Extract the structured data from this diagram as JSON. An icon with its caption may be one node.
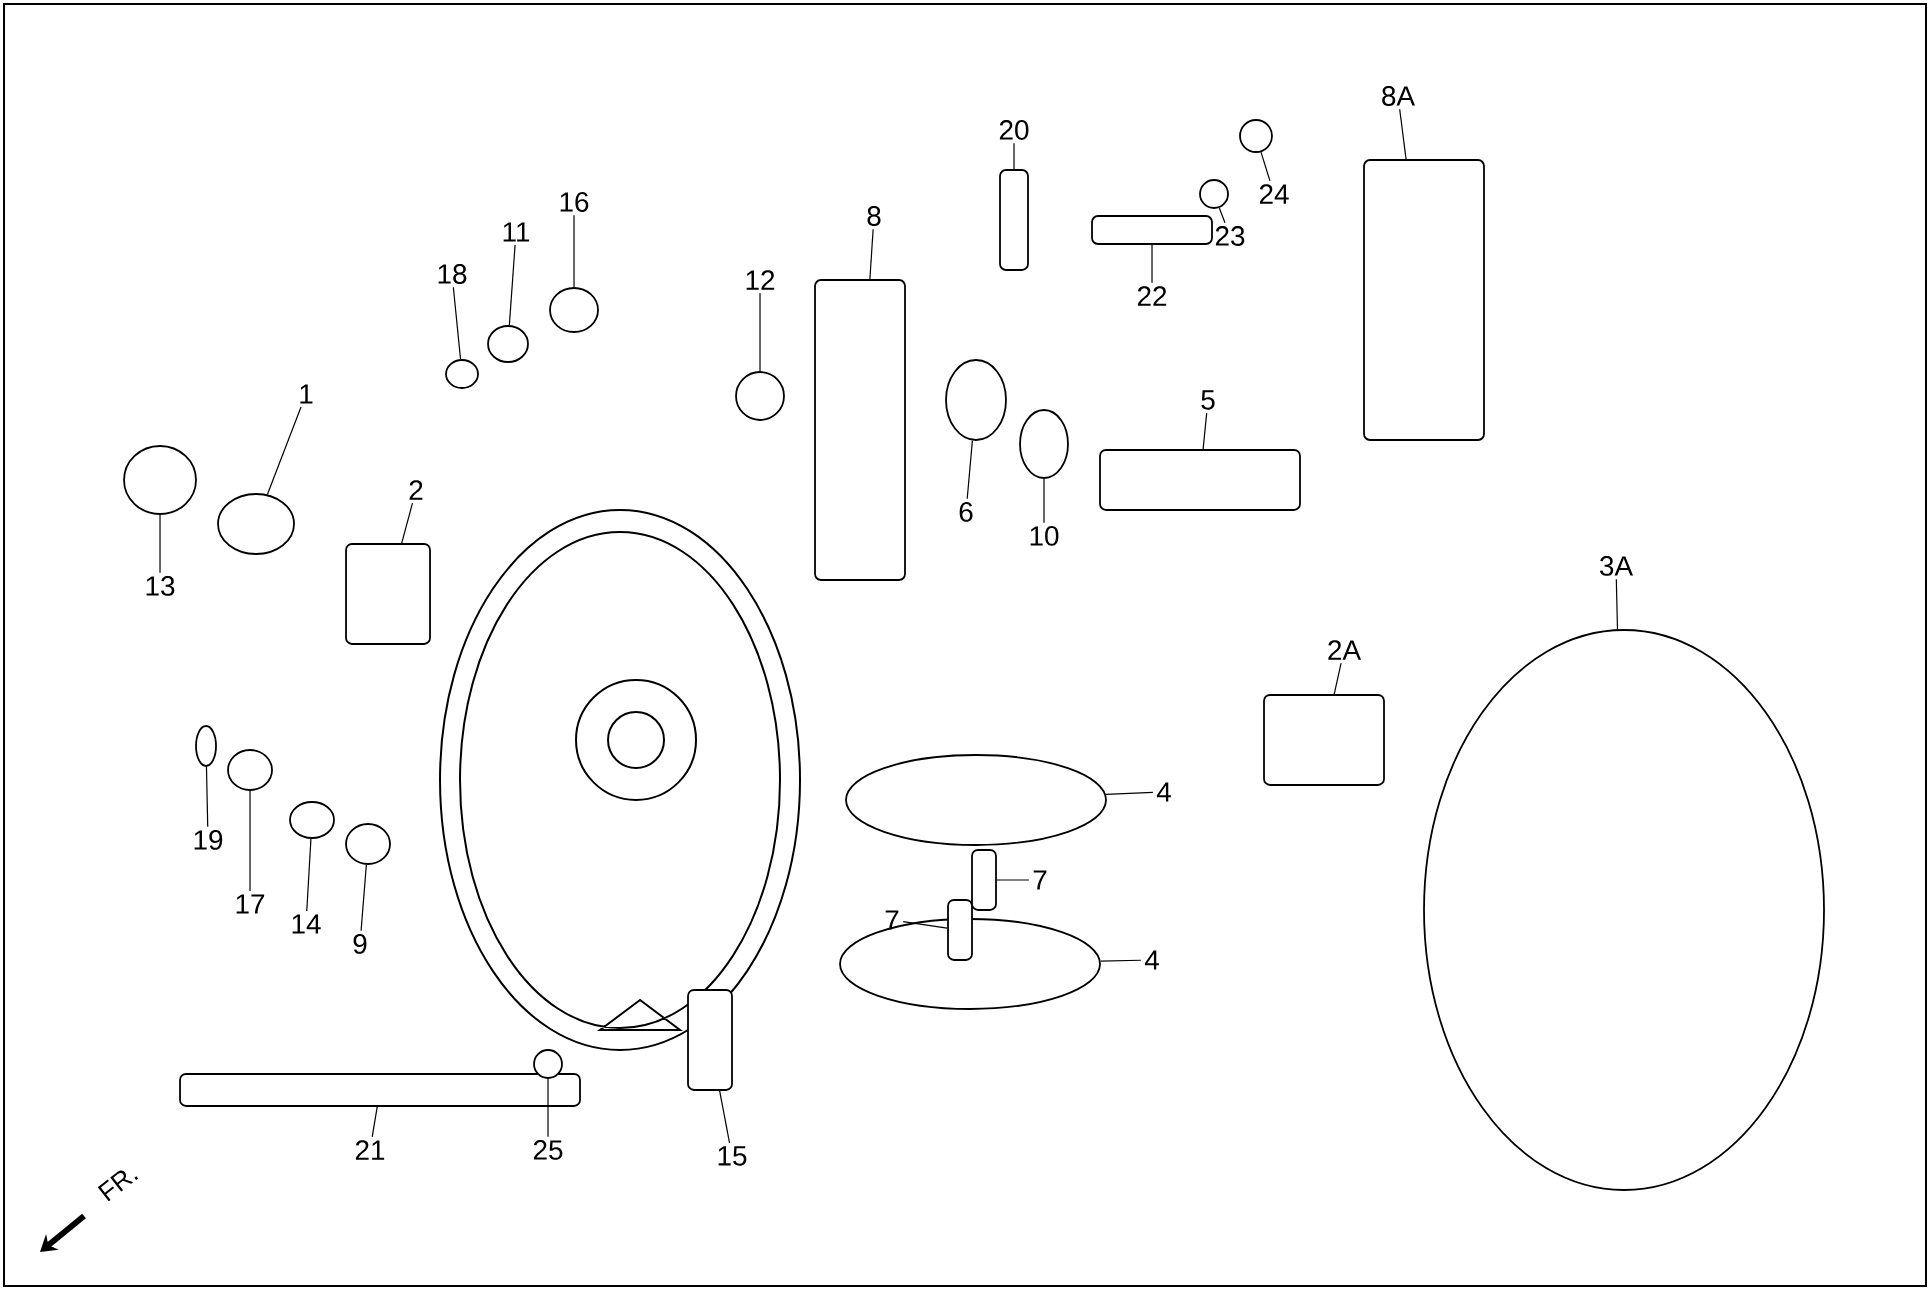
{
  "diagram": {
    "nodes": [
      {
        "text": [
          "1"
        ]
      },
      {
        "text": [],
        "shape": "circle"
      },
      {
        "text": [
          "2"
        ]
      },
      {
        "text": [],
        "shape": "box"
      },
      {
        "text": [
          "13"
        ]
      },
      {
        "text": [],
        "shape": "circle"
      },
      {
        "text": [
          "18"
        ]
      },
      {
        "text": [],
        "shape": "circle"
      },
      {
        "text": [
          "11"
        ]
      },
      {
        "text": [],
        "shape": "circle"
      },
      {
        "text": [
          "16"
        ]
      },
      {
        "text": [],
        "shape": "circle"
      },
      {
        "text": [
          "12"
        ]
      },
      {
        "text": [],
        "shape": "circle"
      },
      {
        "text": [
          "8"
        ]
      },
      {
        "text": [],
        "shape": "box"
      },
      {
        "text": [
          "20"
        ]
      },
      {
        "text": [],
        "shape": "box"
      },
      {
        "text": [
          "22"
        ]
      },
      {
        "text": [],
        "shape": "box"
      },
      {
        "text": [
          "23"
        ]
      },
      {
        "text": [],
        "shape": "circle"
      },
      {
        "text": [
          "24"
        ]
      },
      {
        "text": [],
        "shape": "circle"
      },
      {
        "text": [
          "8A"
        ]
      },
      {
        "text": [],
        "shape": "box"
      },
      {
        "text": [
          "6"
        ]
      },
      {
        "text": [],
        "shape": "circle"
      },
      {
        "text": [
          "10"
        ]
      },
      {
        "text": [],
        "shape": "circle"
      },
      {
        "text": [
          "5"
        ]
      },
      {
        "text": [],
        "shape": "box"
      },
      {
        "text": [
          "3A"
        ]
      },
      {
        "text": [],
        "shape": "circle"
      },
      {
        "text": [
          "2A"
        ]
      },
      {
        "text": [],
        "shape": "box"
      },
      {
        "text": [
          "4"
        ]
      },
      {
        "text": [],
        "shape": "circle"
      },
      {
        "text": [
          "4"
        ]
      },
      {
        "text": [],
        "shape": "circle"
      },
      {
        "text": [
          "7"
        ]
      },
      {
        "text": [],
        "shape": "box"
      },
      {
        "text": [
          "7"
        ]
      },
      {
        "text": [],
        "shape": "box"
      },
      {
        "text": [
          "19"
        ]
      },
      {
        "text": [],
        "shape": "circle"
      },
      {
        "text": [
          "17"
        ]
      },
      {
        "text": [],
        "shape": "circle"
      },
      {
        "text": [
          "14"
        ]
      },
      {
        "text": [],
        "shape": "circle"
      },
      {
        "text": [
          "9"
        ]
      },
      {
        "text": [],
        "shape": "circle"
      },
      {
        "text": [
          "21"
        ]
      },
      {
        "text": [],
        "shape": "box"
      },
      {
        "text": [
          "25"
        ]
      },
      {
        "text": [],
        "shape": "circle"
      },
      {
        "text": [
          "15"
        ]
      },
      {
        "text": [],
        "shape": "box"
      }
    ],
    "edges": [
      {
        "from": 0,
        "to": 1,
        "arrow": "none"
      },
      {
        "from": 2,
        "to": 3,
        "arrow": "none"
      },
      {
        "from": 4,
        "to": 5,
        "arrow": "none"
      },
      {
        "from": 6,
        "to": 7,
        "arrow": "none"
      },
      {
        "from": 8,
        "to": 9,
        "arrow": "none"
      },
      {
        "from": 10,
        "to": 11,
        "arrow": "none"
      },
      {
        "from": 12,
        "to": 13,
        "arrow": "none"
      },
      {
        "from": 14,
        "to": 15,
        "arrow": "none"
      },
      {
        "from": 16,
        "to": 17,
        "arrow": "none"
      },
      {
        "from": 18,
        "to": 19,
        "arrow": "none"
      },
      {
        "from": 20,
        "to": 21,
        "arrow": "none"
      },
      {
        "from": 22,
        "to": 23,
        "arrow": "none"
      },
      {
        "from": 24,
        "to": 25,
        "arrow": "none"
      },
      {
        "from": 26,
        "to": 27,
        "arrow": "none"
      },
      {
        "from": 28,
        "to": 29,
        "arrow": "none"
      },
      {
        "from": 30,
        "to": 31,
        "arrow": "none"
      },
      {
        "from": 32,
        "to": 33,
        "arrow": "none"
      },
      {
        "from": 34,
        "to": 35,
        "arrow": "none"
      },
      {
        "from": 36,
        "to": 37,
        "arrow": "none"
      },
      {
        "from": 38,
        "to": 39,
        "arrow": "none"
      },
      {
        "from": 40,
        "to": 41,
        "arrow": "none"
      },
      {
        "from": 42,
        "to": 43,
        "arrow": "none"
      },
      {
        "from": 44,
        "to": 45,
        "arrow": "none"
      },
      {
        "from": 46,
        "to": 47,
        "arrow": "none"
      },
      {
        "from": 48,
        "to": 49,
        "arrow": "none"
      },
      {
        "from": 50,
        "to": 51,
        "arrow": "none"
      },
      {
        "from": 52,
        "to": 53,
        "arrow": "none"
      },
      {
        "from": 54,
        "to": 55,
        "arrow": "none"
      },
      {
        "from": 56,
        "to": 57,
        "arrow": "none"
      }
    ],
    "labels": [
      "FR."
    ]
  }
}
